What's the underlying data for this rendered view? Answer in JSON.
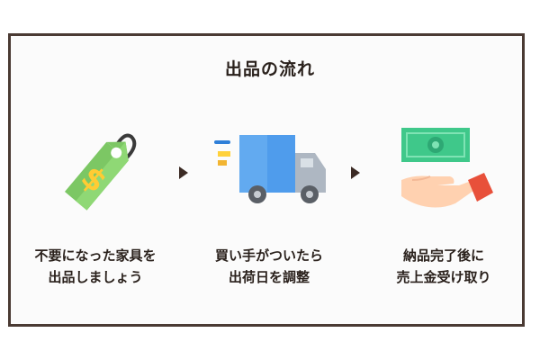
{
  "title": "出品の流れ",
  "steps": [
    {
      "icon": "price-tag-icon",
      "lines": [
        "不要になった家具を",
        "出品しましょう"
      ]
    },
    {
      "icon": "delivery-truck-icon",
      "lines": [
        "買い手がついたら",
        "出荷日を調整"
      ]
    },
    {
      "icon": "hand-money-icon",
      "lines": [
        "納品完了後に",
        "売上金受け取り"
      ]
    }
  ],
  "colors": {
    "frame": "#4a3a33",
    "arrow": "#3b2a24",
    "tag_green": "#8bd66e",
    "tag_symbol": "#ffcc33",
    "truck_blue": "#4f9cec",
    "truck_grey": "#aeb7c2",
    "money_green": "#3fc88a",
    "skin": "#ffd1b0",
    "cuff_red": "#e8503a"
  }
}
